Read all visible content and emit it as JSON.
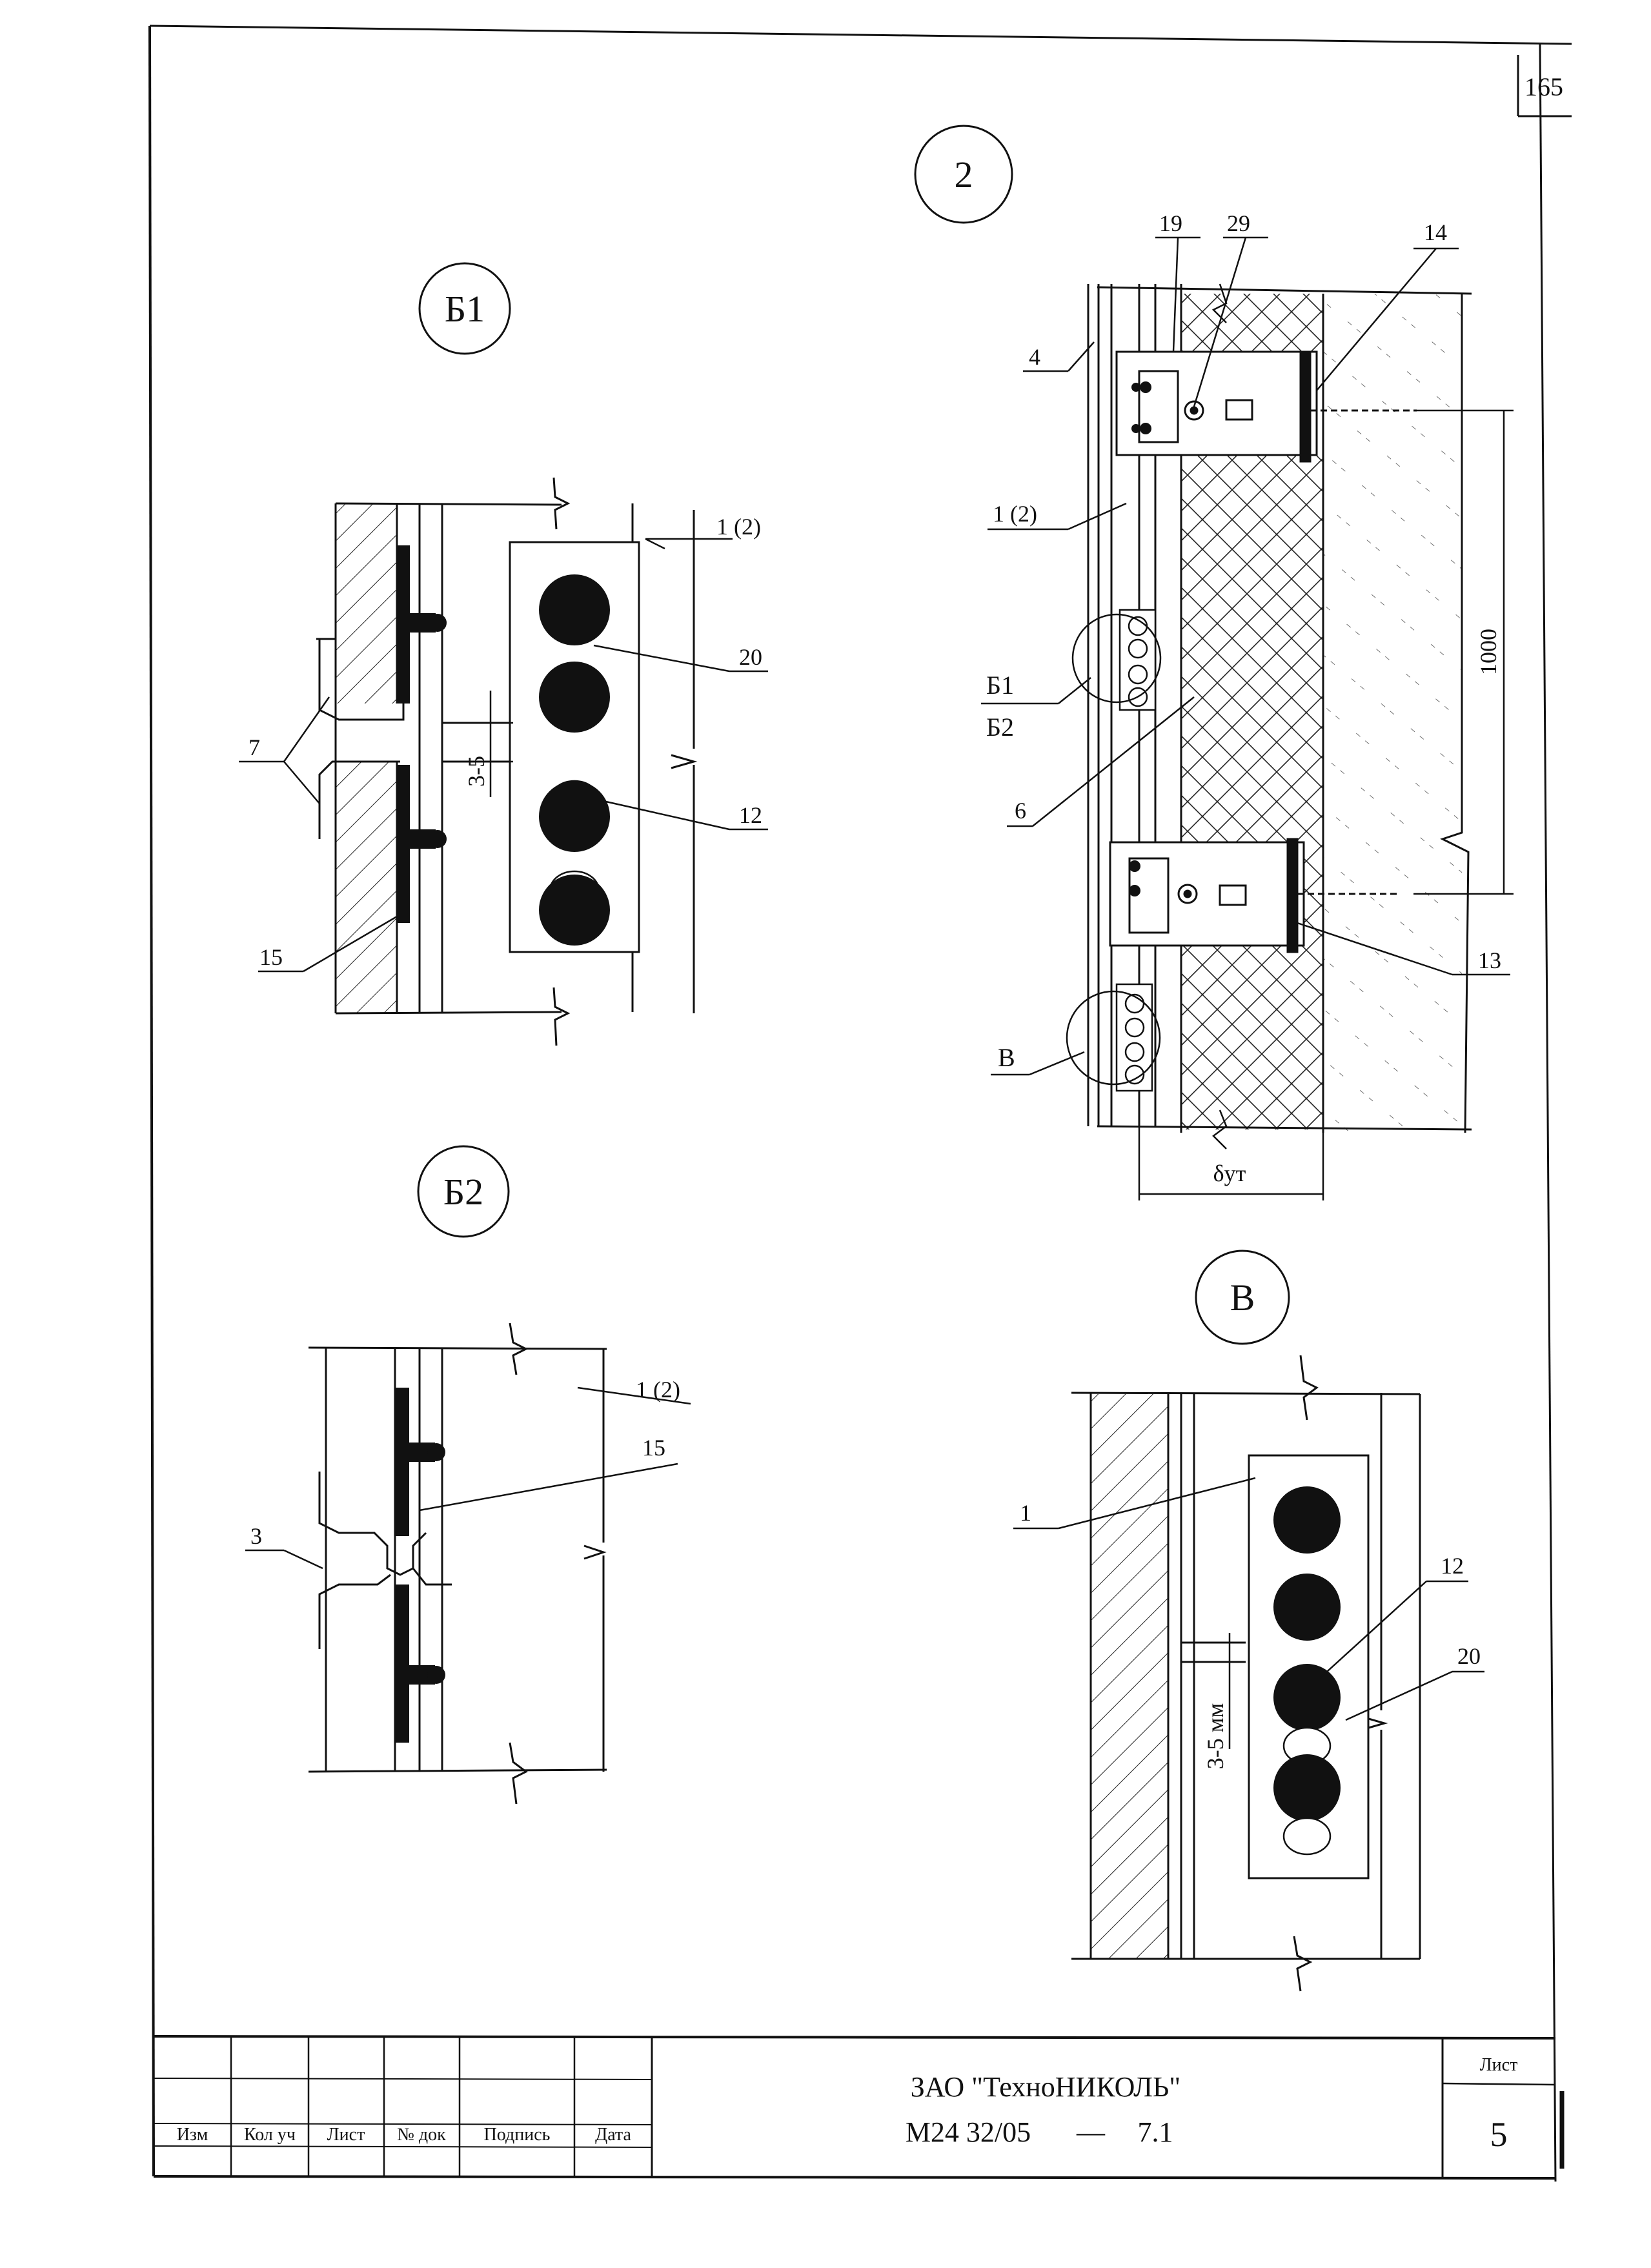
{
  "sheet_number": "165",
  "views": {
    "main": {
      "title": "2",
      "labels": {
        "l19": "19",
        "l29": "29",
        "l14": "14",
        "l4": "4",
        "l1_2": "1 (2)",
        "b1": "Б1",
        "b2": "Б2",
        "l6": "6",
        "l13": "13",
        "v": "В",
        "dim_1000": "1000",
        "dim_delta": "δут"
      }
    },
    "b1": {
      "title": "Б1",
      "labels": {
        "l1_2": "1 (2)",
        "l20": "20",
        "l12": "12",
        "l7": "7",
        "l15": "15",
        "gap": "3-5"
      }
    },
    "b2": {
      "title": "Б2",
      "labels": {
        "l1_2": "1 (2)",
        "l15": "15",
        "l3": "3"
      }
    },
    "v": {
      "title": "В",
      "labels": {
        "l1": "1",
        "l12": "12",
        "l20": "20",
        "gap": "3-5 мм"
      }
    }
  },
  "title_block": {
    "columns": [
      "Изм",
      "Кол уч",
      "Лист",
      "№ док",
      "Подпись",
      "Дата"
    ],
    "company": "ЗАО \"ТехноНИКОЛЬ\"",
    "doc_code": "М24 32/05",
    "dash": "—",
    "doc_num": "7.1",
    "sheet_label": "Лист",
    "sheet_value": "5"
  }
}
